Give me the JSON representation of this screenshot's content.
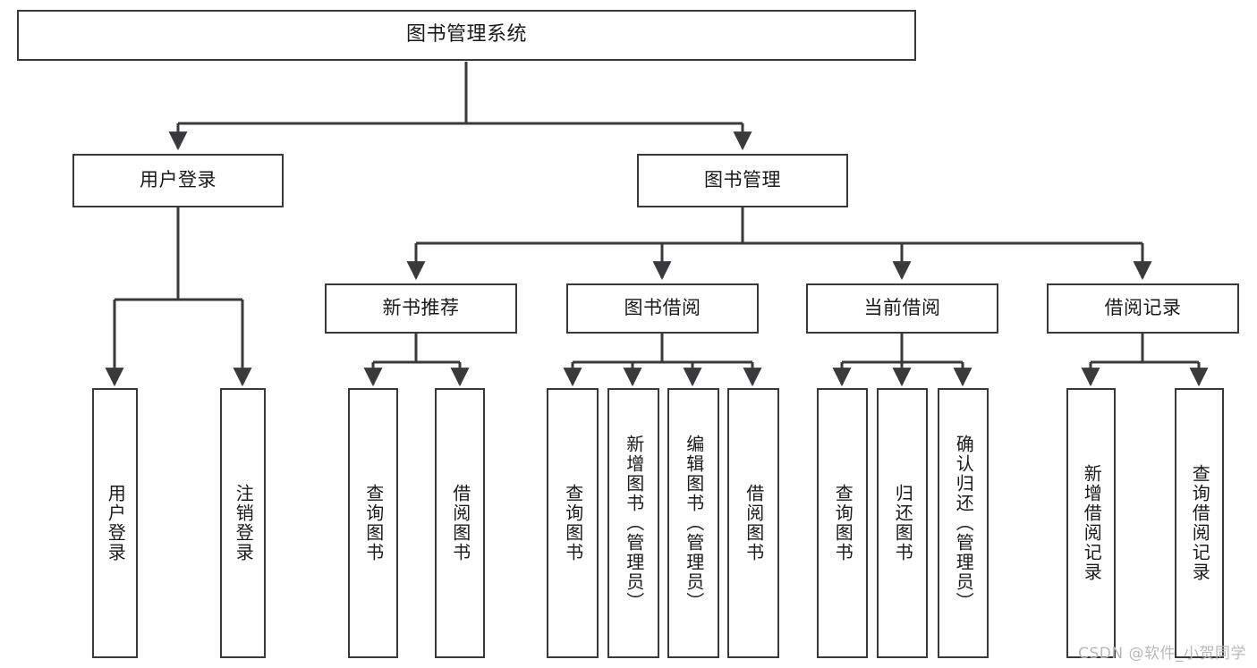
{
  "diagram": {
    "type": "tree-hierarchy",
    "title": "图书管理系统",
    "watermark": "CSDN @软件_小贺同学",
    "colors": {
      "box_border": "#39393b",
      "box_fill": "#ffffff",
      "connector": "#3a3a3c",
      "text": "#1a1a1a",
      "watermark": "#b9b9b9",
      "background": "#ffffff"
    },
    "levels": {
      "root": {
        "label": "图书管理系统"
      },
      "level2": [
        {
          "label": "用户登录"
        },
        {
          "label": "图书管理"
        }
      ],
      "level3": [
        {
          "label": "新书推荐"
        },
        {
          "label": "图书借阅"
        },
        {
          "label": "当前借阅"
        },
        {
          "label": "借阅记录"
        }
      ],
      "leaves": {
        "user_login": [
          {
            "label": "用户登录"
          },
          {
            "label": "注销登录"
          }
        ],
        "new_book_recommend": [
          {
            "label": "查询图书"
          },
          {
            "label": "借阅图书"
          }
        ],
        "book_borrow": [
          {
            "label": "查询图书"
          },
          {
            "label": "新增图书（管理员）"
          },
          {
            "label": "编辑图书（管理员）"
          },
          {
            "label": "借阅图书"
          }
        ],
        "current_borrow": [
          {
            "label": "查询图书"
          },
          {
            "label": "归还图书"
          },
          {
            "label": "确认归还（管理员）"
          }
        ],
        "borrow_record": [
          {
            "label": "新增借阅记录"
          },
          {
            "label": "查询借阅记录"
          }
        ]
      }
    }
  }
}
